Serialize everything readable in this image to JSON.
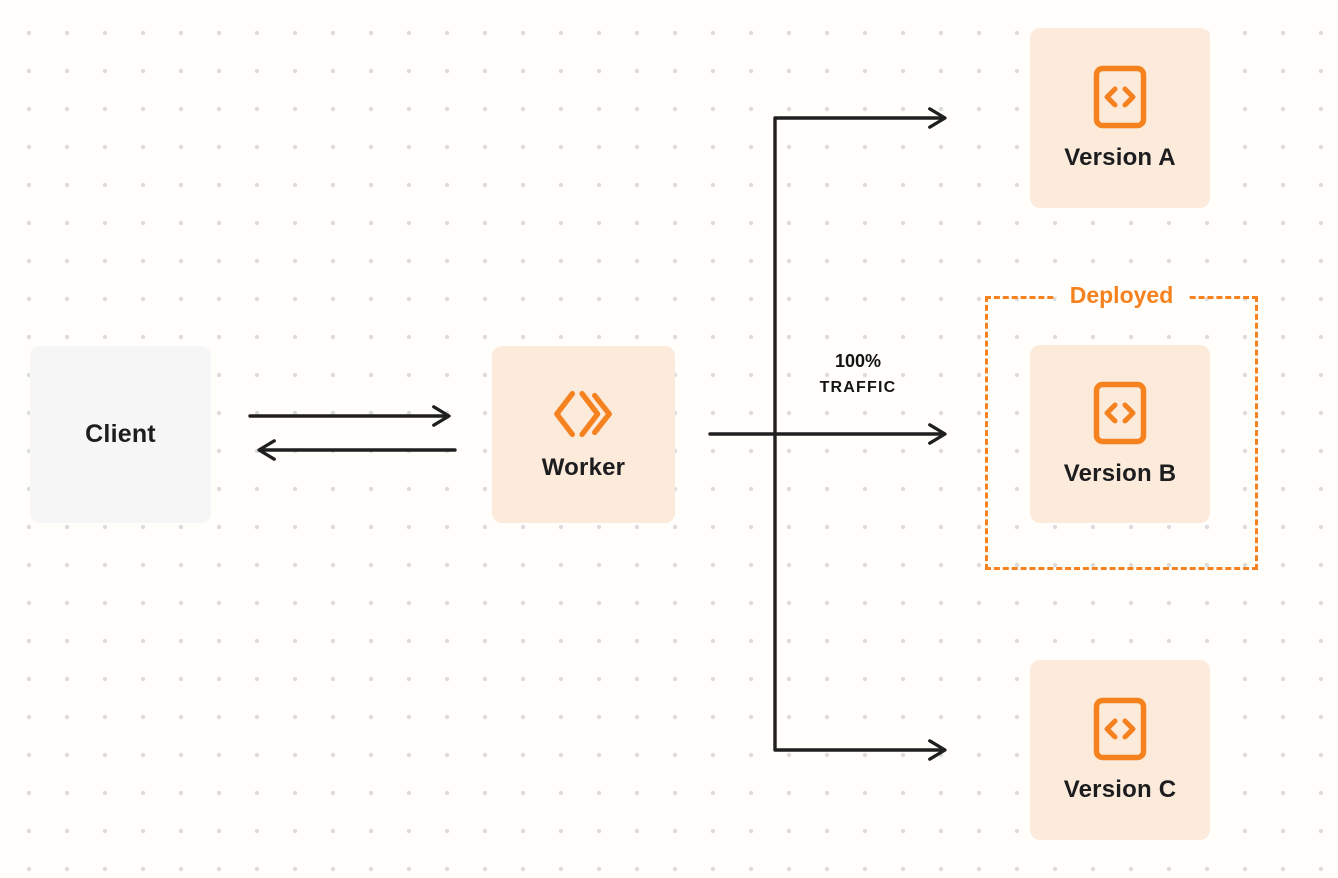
{
  "diagram": {
    "nodes": {
      "client": {
        "label": "Client"
      },
      "worker": {
        "label": "Worker"
      },
      "version_a": {
        "label": "Version A"
      },
      "version_b": {
        "label": "Version B"
      },
      "version_c": {
        "label": "Version C"
      }
    },
    "edges": {
      "traffic_percent": "100%",
      "traffic_word": "TRAFFIC"
    },
    "annotations": {
      "deployed": "Deployed"
    },
    "icons": {
      "worker": "workers-chevrons-icon",
      "version": "code-file-icon"
    },
    "colors": {
      "accent_orange": "#F6821F",
      "node_cream": "#FCEBDB",
      "node_gray": "#F6F6F7",
      "arrow_dark": "#1F1F1F",
      "background": "#FFFEFB",
      "dot_grid": "#DCDCDC"
    }
  }
}
